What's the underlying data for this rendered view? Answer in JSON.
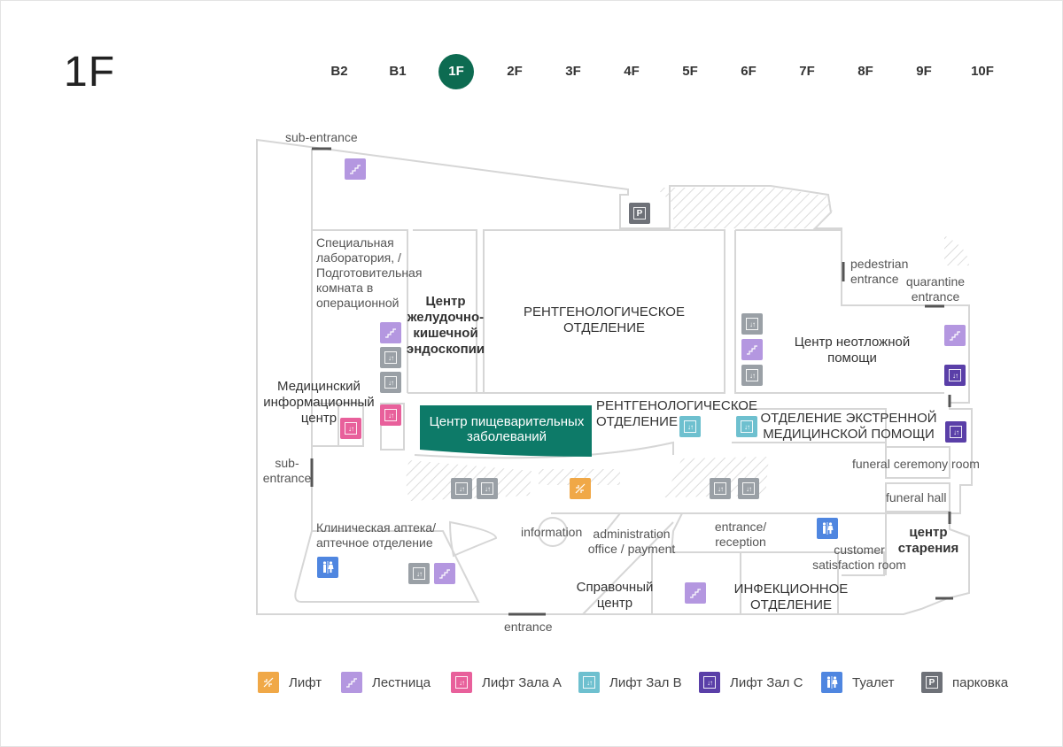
{
  "floor_title": "1F",
  "floors": [
    "B2",
    "B1",
    "1F",
    "2F",
    "3F",
    "4F",
    "5F",
    "6F",
    "7F",
    "8F",
    "9F",
    "10F"
  ],
  "active_floor": "1F",
  "colors": {
    "accent": "#0d6b51",
    "elevator": "#f0a847",
    "stairs": "#b497e0",
    "elevator_a": "#e8609b",
    "elevator_b": "#6ec0cf",
    "elevator_c": "#5a3fa8",
    "toilet": "#4f86e0",
    "parking": "#6e7178",
    "gray_elevator": "#9aa0a6"
  },
  "labels": {
    "sub_entrance_top": "sub-entrance",
    "special_lab": [
      "Специальная",
      "лаборатория, /",
      "Подготовительная",
      "комната в",
      "операционной"
    ],
    "gi_endoscopy": [
      "Центр",
      "желудочно-",
      "кишечной",
      "эндоскопии"
    ],
    "radiology_main": [
      "РЕНТГЕНОЛОГИЧЕСКОЕ",
      "ОТДЕЛЕНИЕ"
    ],
    "pedestrian": [
      "pedestrian",
      "entrance"
    ],
    "quarantine": [
      "quarantine",
      "entrance"
    ],
    "emergency_center": [
      "Центр неотложной",
      "помощи"
    ],
    "medical_info": [
      "Медицинский",
      "информационный",
      "центр"
    ],
    "digestive": [
      "Центр пищеварительных",
      "заболеваний"
    ],
    "radiology_2": [
      "РЕНТГЕНОЛОГИЧЕСКОЕ",
      "ОТДЕЛЕНИЕ"
    ],
    "emergency_dept": [
      "ОТДЕЛЕНИЕ ЭКСТРЕННОЙ",
      "МЕДИЦИНСКОЙ ПОМОЩИ"
    ],
    "funeral_ceremony": "funeral ceremony room",
    "funeral_hall": "funeral hall",
    "sub_entrance_left": [
      "sub-",
      "entrance"
    ],
    "pharmacy": [
      "Клиническая аптека/",
      "аптечное отделение"
    ],
    "information": "information",
    "admin_office": [
      "administration",
      "office / payment"
    ],
    "entrance_reception": [
      "entrance/",
      "reception"
    ],
    "customer_room": [
      "customer",
      "satisfaction room"
    ],
    "aging_center": [
      "центр",
      "старения"
    ],
    "help_center": [
      "Справочный",
      "центр"
    ],
    "infection_dept": [
      "ИНФЕКЦИОННОЕ",
      "ОТДЕЛЕНИЕ"
    ],
    "entrance_bottom": "entrance"
  },
  "legend": [
    {
      "icon": "elevator-icon",
      "kind": "elevator",
      "label": "Лифт"
    },
    {
      "icon": "stairs-icon",
      "kind": "stairs",
      "label": "Лестница"
    },
    {
      "icon": "elevator-hall-a-icon",
      "kind": "elevator_a",
      "label": "Лифт Зала A"
    },
    {
      "icon": "elevator-hall-b-icon",
      "kind": "elevator_b",
      "label": "Лифт Зал B"
    },
    {
      "icon": "elevator-hall-c-icon",
      "kind": "elevator_c",
      "label": "Лифт Зал C"
    },
    {
      "icon": "toilet-icon",
      "kind": "toilet",
      "label": "Туалет"
    },
    {
      "icon": "parking-icon",
      "kind": "parking",
      "label": "парковка"
    }
  ]
}
